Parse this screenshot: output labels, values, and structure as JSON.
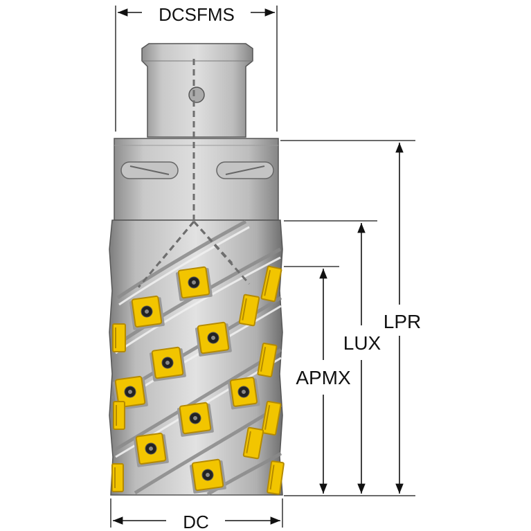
{
  "dimensions": {
    "shank_diameter": "DCSFMS",
    "cutting_diameter": "DC",
    "overall_length": "LPR",
    "usable_length": "LUX",
    "max_depth_of_cut": "APMX"
  },
  "colors": {
    "body": "#c7c7c7",
    "body_dark": "#8f8f8f",
    "body_light": "#e6e6e6",
    "insert": "#f2c500",
    "insert_dark": "#b48a00",
    "line": "#111111"
  }
}
